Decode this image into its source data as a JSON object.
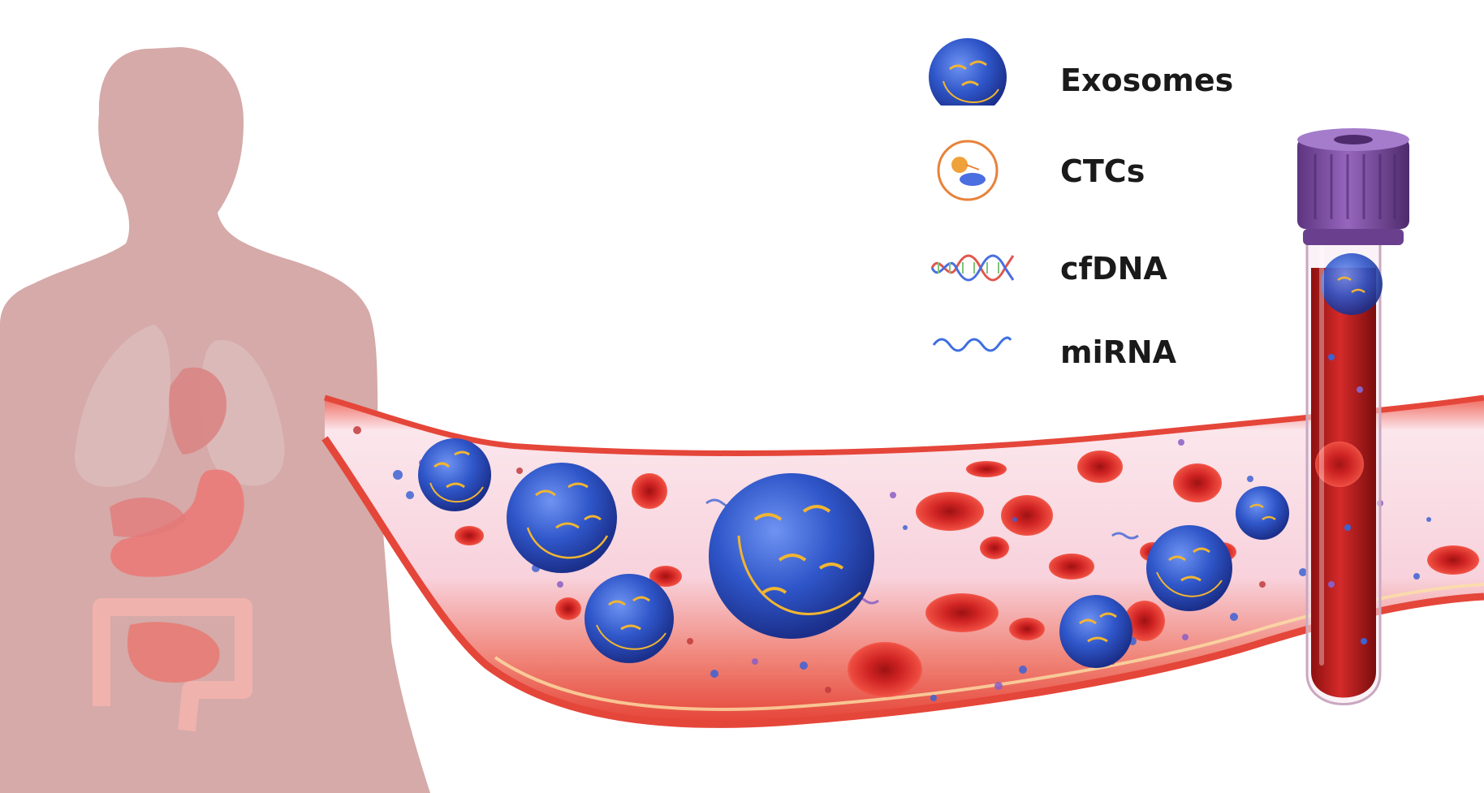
{
  "legend": {
    "items": [
      {
        "label": "Exosomes",
        "icon": "exosome-icon"
      },
      {
        "label": "CTCs",
        "icon": "ctc-icon"
      },
      {
        "label": "cfDNA",
        "icon": "cfdna-icon"
      },
      {
        "label": "miRNA",
        "icon": "mirna-icon"
      }
    ]
  },
  "colors": {
    "body_silhouette": "#c9928f",
    "vessel_wall": "#e8524a",
    "plasma": "#fbe4ea",
    "red_blood_cell": "#d92a2a",
    "exosome": "#2f56c9",
    "exosome_strand": "#f2b531",
    "ctc_ring": "#e8823a",
    "tube_cap": "#7b4c9e",
    "tube_blood": "#c81e1e"
  }
}
